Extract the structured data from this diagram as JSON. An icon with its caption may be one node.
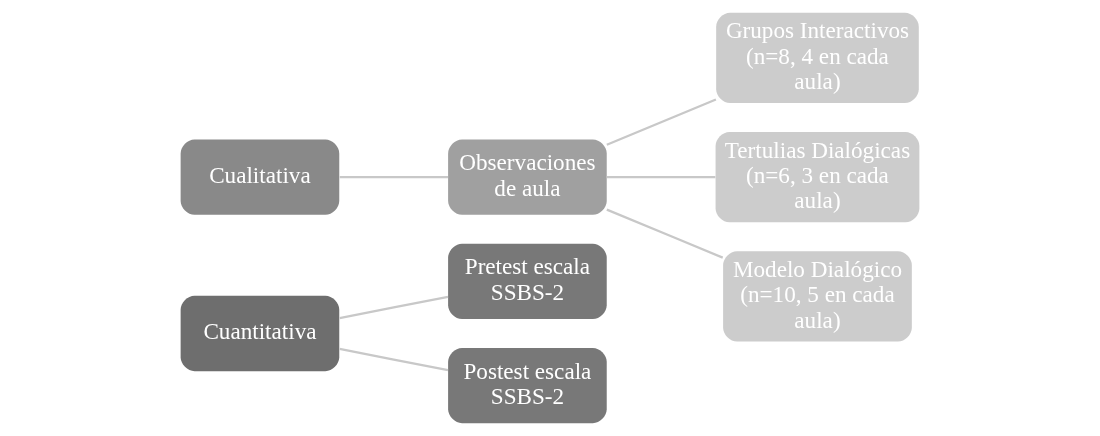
{
  "diagram": {
    "nodes": [
      {
        "text": [
          "Cuantitativa"
        ]
      },
      {
        "text": [
          "Pretest escala SSBS-2"
        ]
      },
      {
        "text": [
          "Postest escala SSBS-2"
        ]
      },
      {
        "text": [
          "Cualitativa"
        ]
      },
      {
        "text": [
          "Observaciones de aula"
        ]
      },
      {
        "text": [
          "Grupos Interactivos (n=8, 4 en cada aula)"
        ]
      },
      {
        "text": [
          "Tertulias Dialógicas (n=6, 3 en cada aula)"
        ]
      },
      {
        "text": [
          "Modelo Dialógico (n=10, 5 en cada aula)"
        ]
      }
    ],
    "edges": [
      {
        "from": 0,
        "to": 1,
        "arrow": "none"
      },
      {
        "from": 0,
        "to": 2,
        "arrow": "none"
      },
      {
        "from": 3,
        "to": 4,
        "arrow": "none"
      },
      {
        "from": 4,
        "to": 5,
        "arrow": "none"
      },
      {
        "from": 4,
        "to": 6,
        "arrow": "none"
      },
      {
        "from": 4,
        "to": 7,
        "arrow": "none"
      }
    ]
  }
}
